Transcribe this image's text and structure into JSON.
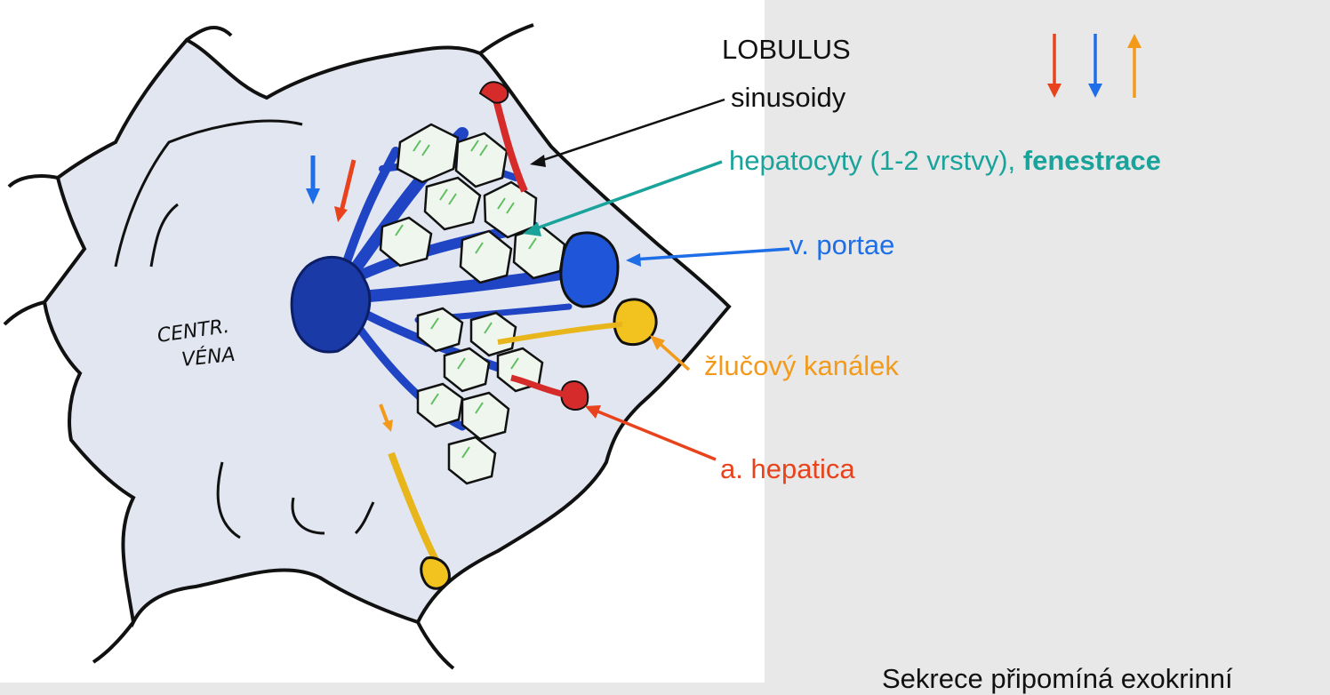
{
  "labels": {
    "lobulus": "LOBULUS",
    "sinusoidy": "sinusoidy",
    "hepatocyty": "hepatocyty (1-2 vrstvy), ",
    "fenestrace": "fenestrace",
    "v_portae": "v. portae",
    "zlucovy": "žlučový kanálek",
    "a_hepatica": "a. hepatica",
    "bottom": "Sekrece připomíná exokrinní"
  },
  "drawing_text": {
    "centr": "CENTR.",
    "vena": "VÉNA"
  },
  "colors": {
    "red": "#e8431c",
    "blue": "#1e6ee8",
    "orange": "#f39a1a",
    "teal": "#1aa39b",
    "black": "#111111",
    "background": "#e8e8e8",
    "paper": "#ffffff"
  }
}
